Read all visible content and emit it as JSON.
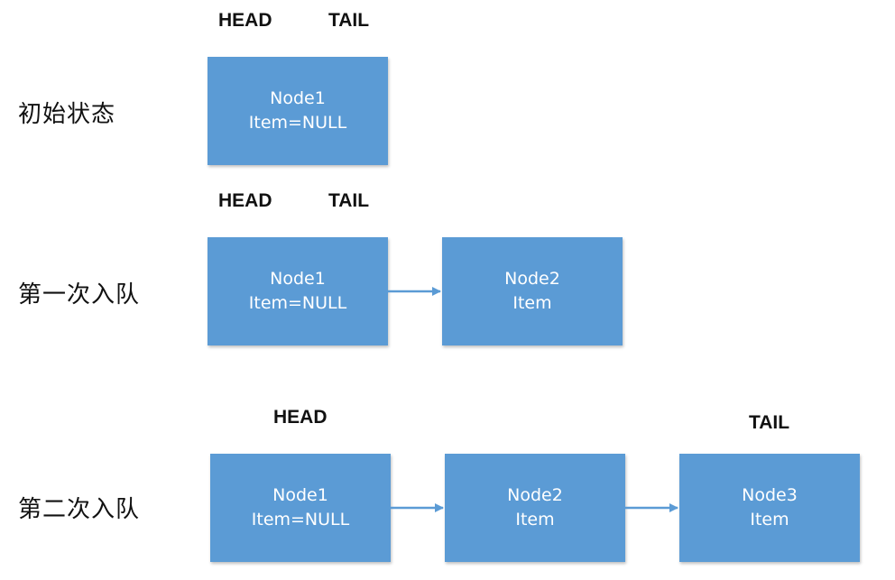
{
  "rows": [
    {
      "label": "初始状态",
      "head": "HEAD",
      "tail": "TAIL",
      "nodes": [
        {
          "name": "Node1",
          "item": "Item=NULL"
        }
      ]
    },
    {
      "label": "第一次入队",
      "head": "HEAD",
      "tail": "TAIL",
      "nodes": [
        {
          "name": "Node1",
          "item": "Item=NULL"
        },
        {
          "name": "Node2",
          "item": "Item"
        }
      ]
    },
    {
      "label": "第二次入队",
      "head": "HEAD",
      "tail": "TAIL",
      "nodes": [
        {
          "name": "Node1",
          "item": "Item=NULL"
        },
        {
          "name": "Node2",
          "item": "Item"
        },
        {
          "name": "Node3",
          "item": "Item"
        }
      ]
    }
  ],
  "colors": {
    "node_fill": "#5b9bd5",
    "node_text": "#ffffff",
    "arrow": "#5b9bd5",
    "label_text": "#111111"
  }
}
